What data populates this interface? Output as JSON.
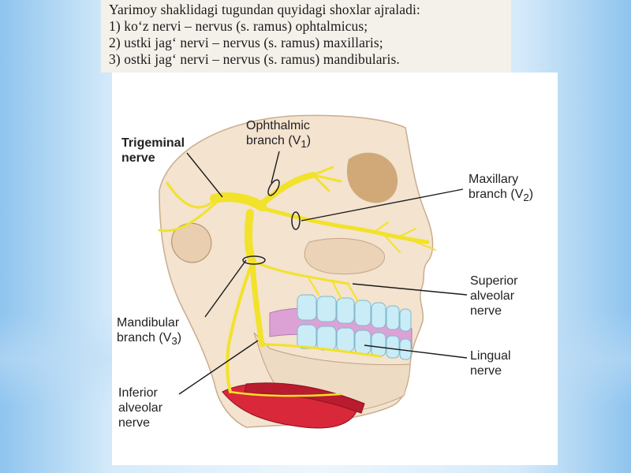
{
  "header_text": {
    "lines": [
      "Yarimoy shaklidagi tugundan quyidagi shoxlar ajraladi:",
      "1) ko‘z nervi – nervus (s. ramus) ophtalmicus;",
      "2)  ustki jag‘ nervi – nervus (s. ramus) maxillaris;",
      "3) ostki jag‘ nervi – nervus (s. ramus) mandibularis."
    ]
  },
  "labels": {
    "trigeminal_1": "Trigeminal",
    "trigeminal_2": "nerve",
    "ophthalmic_1": "Ophthalmic",
    "ophthalmic_2": "branch (V",
    "ophthalmic_sub": "1",
    "ophthalmic_close": ")",
    "maxillary_1": "Maxillary",
    "maxillary_2": "branch (V",
    "maxillary_sub": "2",
    "maxillary_close": ")",
    "superior_1": "Superior",
    "superior_2": "alveolar",
    "superior_3": "nerve",
    "mandibular_1": "Mandibular",
    "mandibular_2": "branch (V",
    "mandibular_sub": "3",
    "mandibular_close": ")",
    "lingual_1": "Lingual",
    "lingual_2": "nerve",
    "inferior_1": "Inferior",
    "inferior_2": "alveolar",
    "inferior_3": "nerve"
  },
  "colors": {
    "nerve": "#f2e22a",
    "skin": "#f3e3cf",
    "teeth": "#c9ecf6",
    "gum": "#dca2d6",
    "muscle": "#d8283a"
  }
}
